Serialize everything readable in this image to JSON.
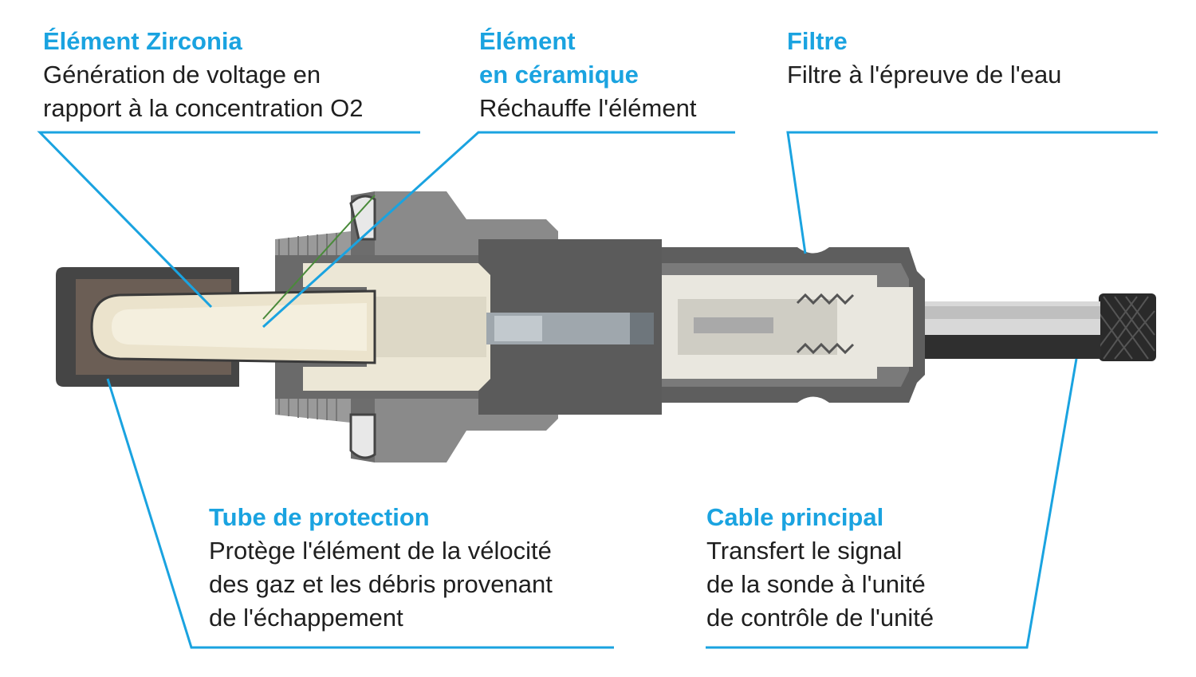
{
  "accent_color": "#1aa3e0",
  "text_color": "#1f1f1f",
  "labels": {
    "zirconia": {
      "title": "Élément Zirconia",
      "lines": [
        "Génération de voltage en",
        "rapport à la concentration O2"
      ]
    },
    "ceramic": {
      "title_lines": [
        "Élément",
        "en céramique"
      ],
      "lines": [
        "Réchauffe l'élément"
      ]
    },
    "filter": {
      "title": "Filtre",
      "lines": [
        "Filtre à l'épreuve de l'eau"
      ]
    },
    "protection": {
      "title": "Tube de protection",
      "lines": [
        "Protège l'élément de la vélocité",
        "des gaz et les débris provenant",
        "de l'échappement"
      ]
    },
    "cable": {
      "title": "Cable principal",
      "lines": [
        "Transfert le signal",
        "de la sonde à l'unité",
        "de contrôle de l'unité"
      ]
    }
  }
}
